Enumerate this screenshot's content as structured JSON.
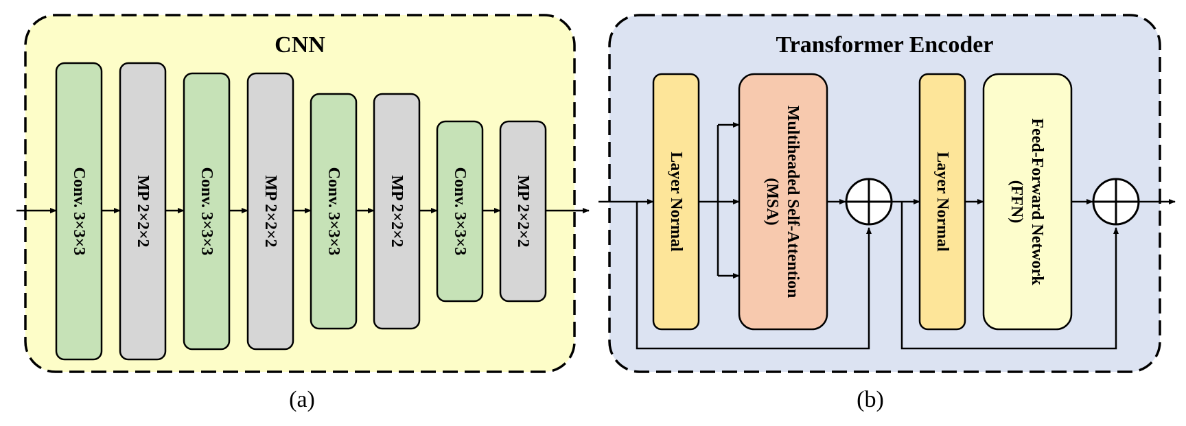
{
  "figure": {
    "colors": {
      "cnn_bg": "#fdfdc8",
      "transformer_bg": "#dce3f2",
      "conv_fill": "#c6e2b7",
      "mp_fill": "#d6d6d6",
      "layernorm_fill": "#fde599",
      "msa_fill": "#f7c9ae",
      "ffn_fill": "#fdfdcc",
      "stroke": "#000000"
    }
  },
  "cnn": {
    "title": "CNN",
    "caption": "(a)",
    "blocks": [
      {
        "type": "conv",
        "label": "Conv. 3×3×3"
      },
      {
        "type": "mp",
        "label": "MP 2×2×2"
      },
      {
        "type": "conv",
        "label": "Conv. 3×3×3"
      },
      {
        "type": "mp",
        "label": "MP 2×2×2"
      },
      {
        "type": "conv",
        "label": "Conv. 3×3×3"
      },
      {
        "type": "mp",
        "label": "MP 2×2×2"
      },
      {
        "type": "conv",
        "label": "Conv. 3×3×3"
      },
      {
        "type": "mp",
        "label": "MP 2×2×2"
      }
    ]
  },
  "transformer": {
    "title": "Transformer Encoder",
    "caption": "(b)",
    "layernorm1": {
      "label": "Layer  Normal"
    },
    "msa": {
      "line1": "Multiheaded Self-Attention",
      "line2": "(MSA)"
    },
    "layernorm2": {
      "label": "Layer  Normal"
    },
    "ffn": {
      "line1": "Feed-Forward Network",
      "line2": "(FFN)"
    }
  }
}
